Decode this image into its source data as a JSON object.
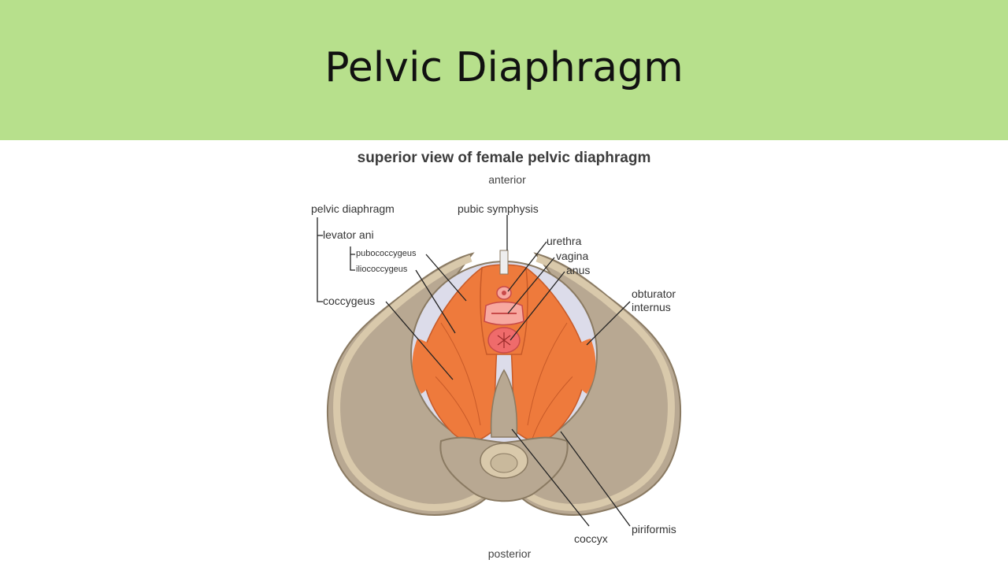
{
  "slide": {
    "title": "Pelvic Diaphragm"
  },
  "diagram": {
    "title": "superior view of female pelvic diaphragm",
    "orientation": {
      "top": "anterior",
      "bottom": "posterior"
    },
    "labels": {
      "pelvic_diaphragm": "pelvic diaphragm",
      "levator_ani": "levator ani",
      "pubococcygeus": "pubococcygeus",
      "iliococcygeus": "iliococcygeus",
      "coccygeus": "coccygeus",
      "pubic_symphysis": "pubic symphysis",
      "urethra": "urethra",
      "vagina": "vagina",
      "anus": "anus",
      "obturator_internus_line1": "obturator",
      "obturator_internus_line2": "internus",
      "piriformis": "piriformis",
      "coccyx": "coccyx"
    },
    "colors": {
      "header_band": "#b7e08c",
      "bone": "#b8a892",
      "bone_outline": "#8a7a62",
      "bone_rim": "#d9c9ab",
      "muscle": "#ee7a3c",
      "muscle_line": "#c85a28",
      "membrane": "#dcdcea",
      "organ": "#ef6b6b",
      "organ_light": "#f7a8a0"
    }
  }
}
